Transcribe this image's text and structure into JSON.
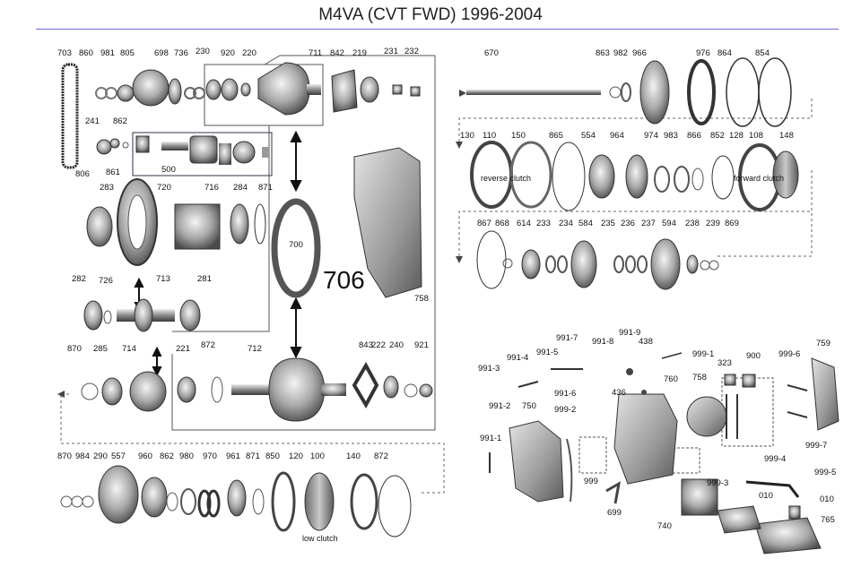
{
  "title": "M4VA (CVT FWD) 1996-2004",
  "big_label": "706",
  "captions": {
    "reverse_clutch": "reverse clutch",
    "forward_clutch": "forward clutch",
    "low_clutch": "low clutch"
  },
  "part_numbers": [
    "703",
    "860",
    "981",
    "805",
    "698",
    "736",
    "230",
    "920",
    "220",
    "711",
    "842",
    "219",
    "231",
    "232",
    "806",
    "241",
    "861",
    "862",
    "500",
    "283",
    "720",
    "716",
    "284",
    "871",
    "700",
    "758",
    "282",
    "726",
    "713",
    "281",
    "870",
    "285",
    "714",
    "221",
    "872",
    "712",
    "843",
    "222",
    "240",
    "921",
    "670",
    "863",
    "982",
    "966",
    "976",
    "864",
    "854",
    "130",
    "110",
    "150",
    "865",
    "554",
    "964",
    "974",
    "983",
    "866",
    "852",
    "128",
    "108",
    "148",
    "867",
    "868",
    "614",
    "233",
    "234",
    "584",
    "235",
    "236",
    "237",
    "594",
    "238",
    "239",
    "869",
    "991-7",
    "991-9",
    "438",
    "991-5",
    "991-8",
    "991-4",
    "991-3",
    "991-6",
    "999-1",
    "323",
    "900",
    "759",
    "436",
    "760",
    "758",
    "991-2",
    "750",
    "999-2",
    "999-6",
    "991-1",
    "999-7",
    "999",
    "999-4",
    "999-3",
    "999-5",
    "010",
    "740",
    "010",
    "699",
    "765",
    "870",
    "984",
    "290",
    "557",
    "960",
    "862",
    "980",
    "970",
    "961",
    "871",
    "850",
    "120",
    "100",
    "140",
    "872"
  ]
}
